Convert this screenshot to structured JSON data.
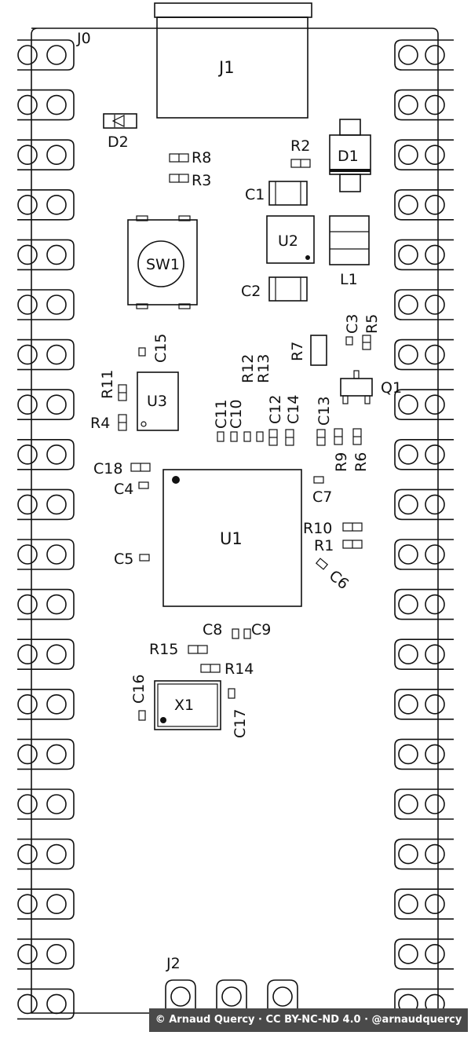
{
  "board": {
    "connectors": {
      "j0": "J0",
      "j1": "J1",
      "j2": "J2"
    },
    "ics": {
      "u1": "U1",
      "u2": "U2",
      "u3": "U3",
      "x1": "X1",
      "sw1": "SW1",
      "q1": "Q1",
      "l1": "L1",
      "d1": "D1",
      "d2": "D2"
    },
    "resistors": {
      "r1": "R1",
      "r2": "R2",
      "r3": "R3",
      "r4": "R4",
      "r5": "R5",
      "r6": "R6",
      "r7": "R7",
      "r8": "R8",
      "r9": "R9",
      "r10": "R10",
      "r11": "R11",
      "r12": "R12",
      "r13": "R13",
      "r14": "R14",
      "r15": "R15"
    },
    "capacitors": {
      "c1": "C1",
      "c2": "C2",
      "c3": "C3",
      "c4": "C4",
      "c5": "C5",
      "c6": "C6",
      "c7": "C7",
      "c8": "C8",
      "c9": "C9",
      "c10": "C10",
      "c11": "C11",
      "c12": "C12",
      "c13": "C13",
      "c14": "C14",
      "c15": "C15",
      "c16": "C16",
      "c17": "C17",
      "c18": "C18"
    }
  },
  "credit": "© Arnaud Quercy · CC BY-NC-ND 4.0 · @arnaudquercy"
}
